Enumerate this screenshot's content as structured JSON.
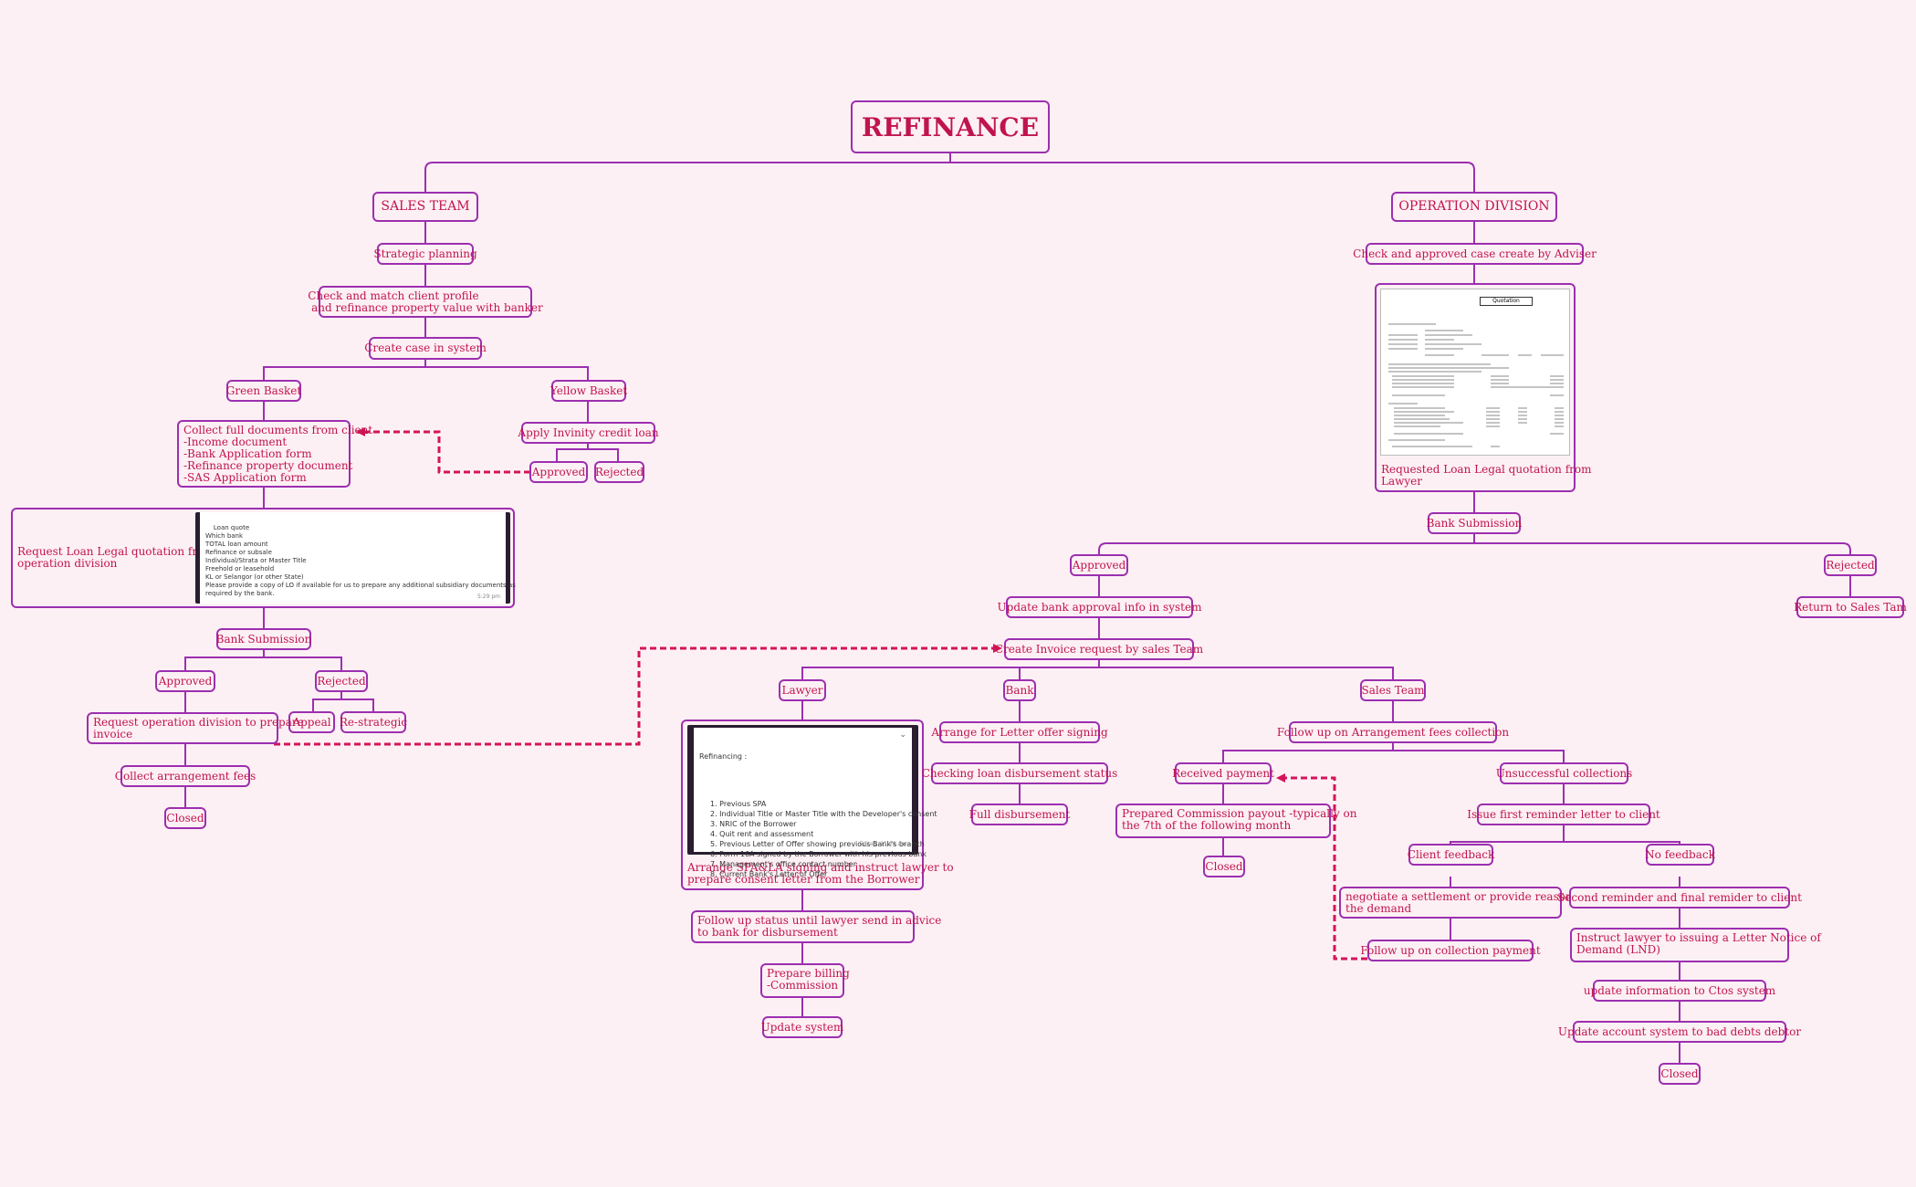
{
  "title": "REFINANCE",
  "sales": {
    "header": "SALES TEAM",
    "strategic": "Strategic planning",
    "check_match": "Check and match client profile\n and refinance property value with banker",
    "create_case": "Create case in system",
    "green_basket": "Green Basket",
    "yellow_basket": "Yellow Basket",
    "apply_credit": "Apply Invinity credit loan",
    "approved_y": "Approved",
    "rejected_y": "Rejected",
    "collect_docs": "Collect full documents from client\n-Income document\n-Bank Application form\n-Refinance property document\n-SAS Application form",
    "request_quote": "Request Loan Legal quotation from\noperation division",
    "chat_lines": "Loan quote\nWhich bank\nTOTAL loan amount\nRefinance or subsale\nIndividual/Strata or Master Title\nFreehold or leasehold\nKL or Selangor (or other State)\nPlease provide a copy of LO if available for us to prepare any additional subsidiary documents as\nrequired by the bank.",
    "chat_time": "5:29 pm",
    "bank_submission": "Bank Submission",
    "approved": "Approved",
    "rejected": "Rejected",
    "appeal": "Appeal",
    "re_strategic": "Re-strategic",
    "request_invoice": "Request operation division to prepare\ninvoice",
    "collect_fees": "Collect arrangement fees",
    "closed": "Closed"
  },
  "ops": {
    "header": "OPERATION DIVISION",
    "check_approved": "Check and approved case create by Adviser",
    "quotation_caption": "Requested Loan Legal quotation from\nLawyer",
    "doc_title": "Quotation",
    "bank_submission": "Bank Submission",
    "approved": "Approved",
    "rejected": "Rejected",
    "return_sales": "Return to Sales Tam",
    "update_bank": "Update bank approval info in system",
    "create_invoice": "Create Invoice request by sales Team",
    "lawyer": "Lawyer",
    "bank": "Bank",
    "sales_team": "Sales Team",
    "lawyer_chat_title": "Refinancing :",
    "lawyer_chat_lines": "1. Previous SPA\n2. Individual Title or Master Title with the Developer's consent\n3. NRIC of the Borrower\n4. Quit rent and assessment\n5. Previous Letter of Offer showing previous Bank's branch\n6. Form 16A signed by the Borrower with his previous bank\n7. Management's office contact number\n8. Current Bank's Letter of Offer",
    "lawyer_chat_time": "Edited  11:20 am",
    "arrange_spa": "Arrange SPA&LA signing and instruct lawyer to\nprepare consent letter from the Borrower",
    "follow_lawyer": "Follow up status until lawyer send in advice\nto bank for disbursement",
    "prepare_billing": "Prepare billing\n-Commission",
    "update_system": "Update system",
    "arrange_letter": "Arrange for Letter offer signing",
    "checking_disb": "Checking loan disbursement status",
    "full_disb": "Full disbursement",
    "follow_fees": "Follow up on Arrangement fees collection",
    "received": "Received payment",
    "unsuccessful": "Unsuccessful collections",
    "prepared_commission": "Prepared Commission payout -typically on\nthe 7th of the following month",
    "closed_a": "Closed",
    "issue_first": "Issue first reminder letter to client",
    "client_feedback": "Client feedback",
    "no_feedback": "No feedback",
    "negotiate": "negotiate a settlement or provide reasons to\nthe demand",
    "follow_collection": "Follow up on collection payment",
    "second_reminder": "Second reminder and final remider to client",
    "instruct_lawyer": "Instruct lawyer to issuing a Letter Notice of\nDemand (LND)",
    "update_ctos": "update information to Ctos system",
    "update_bad": "Update account system to bad debts debtor",
    "closed_b": "Closed"
  },
  "colors": {
    "background": "#fdf0f4",
    "border": "#9c2fb0",
    "text": "#c0144f",
    "arrow": "#d4145a"
  }
}
